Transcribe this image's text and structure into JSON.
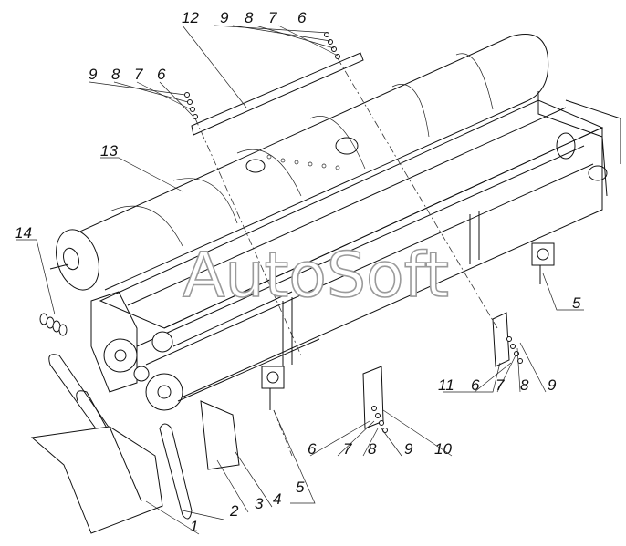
{
  "watermark": "AutoSoft",
  "callouts": [
    {
      "id": "c-12",
      "text": "12"
    },
    {
      "id": "c-9a",
      "text": "9"
    },
    {
      "id": "c-8a",
      "text": "8"
    },
    {
      "id": "c-7a",
      "text": "7"
    },
    {
      "id": "c-6a",
      "text": "6"
    },
    {
      "id": "c-9b",
      "text": "9"
    },
    {
      "id": "c-8b",
      "text": "8"
    },
    {
      "id": "c-7b",
      "text": "7"
    },
    {
      "id": "c-6b",
      "text": "6"
    },
    {
      "id": "c-13",
      "text": "13"
    },
    {
      "id": "c-14",
      "text": "14"
    },
    {
      "id": "c-5a",
      "text": "5"
    },
    {
      "id": "c-11",
      "text": "11"
    },
    {
      "id": "c-6c",
      "text": "6"
    },
    {
      "id": "c-7c",
      "text": "7"
    },
    {
      "id": "c-8c",
      "text": "8"
    },
    {
      "id": "c-9c",
      "text": "9"
    },
    {
      "id": "c-6d",
      "text": "6"
    },
    {
      "id": "c-7d",
      "text": "7"
    },
    {
      "id": "c-8d",
      "text": "8"
    },
    {
      "id": "c-9d",
      "text": "9"
    },
    {
      "id": "c-10",
      "text": "10"
    },
    {
      "id": "c-5b",
      "text": "5"
    },
    {
      "id": "c-4",
      "text": "4"
    },
    {
      "id": "c-3",
      "text": "3"
    },
    {
      "id": "c-2",
      "text": "2"
    },
    {
      "id": "c-1",
      "text": "1"
    }
  ]
}
